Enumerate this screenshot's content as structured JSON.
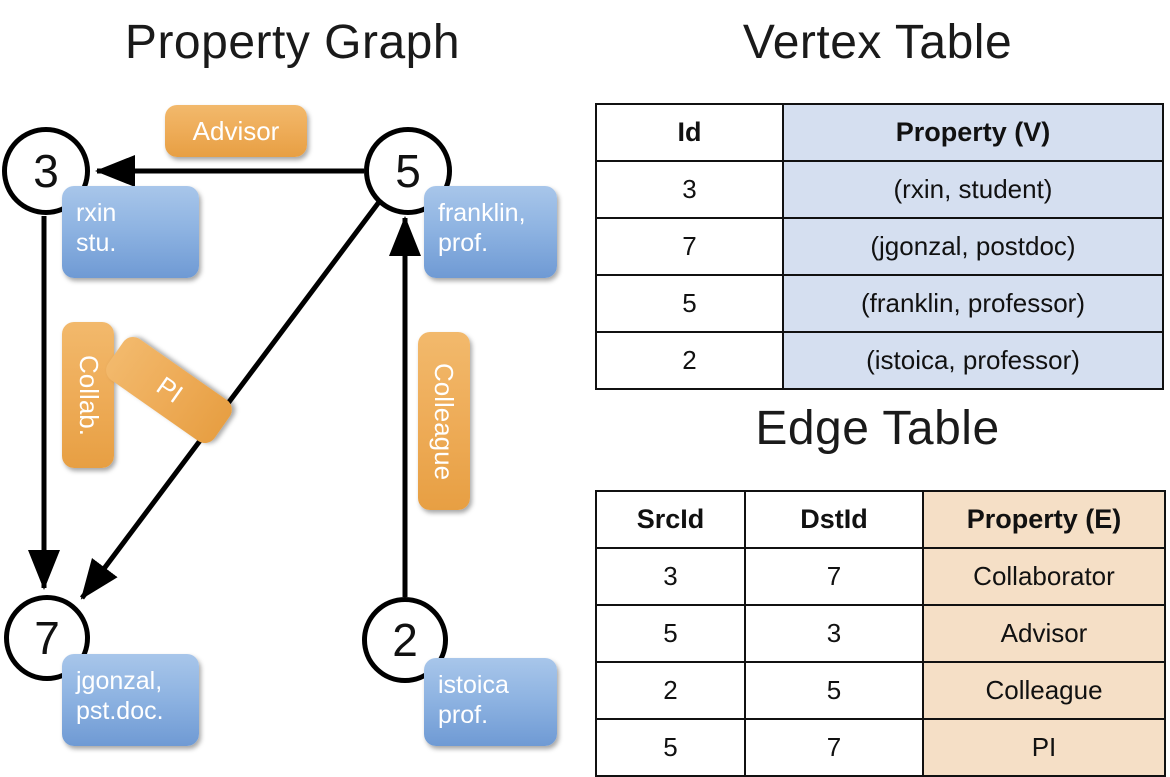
{
  "graph": {
    "title": "Property Graph",
    "nodes": [
      {
        "id": "3",
        "property": "rxin\nstu."
      },
      {
        "id": "5",
        "property": "franklin,\nprof."
      },
      {
        "id": "7",
        "property": "jgonzal,\npst.doc."
      },
      {
        "id": "2",
        "property": "istoica\nprof."
      }
    ],
    "node_labels": {
      "n3": "3",
      "n5": "5",
      "n7": "7",
      "n2": "2"
    },
    "property_boxes": {
      "rxin_line1": "rxin",
      "rxin_line2": "stu.",
      "franklin_line1": "franklin,",
      "franklin_line2": "prof.",
      "jgonzal_line1": "jgonzal,",
      "jgonzal_line2": "pst.doc.",
      "istoica_line1": "istoica",
      "istoica_line2": "prof."
    },
    "edge_labels": {
      "advisor": "Advisor",
      "collab": "Collab.",
      "pi": "PI",
      "colleague": "Colleague"
    },
    "colors": {
      "node_stroke": "#000000",
      "vertex_box": "#8fb4e2",
      "edge_box": "#eeac58",
      "edge_line": "#000000"
    }
  },
  "vertex_table": {
    "title": "Vertex Table",
    "headers": [
      "Id",
      "Property (V)"
    ],
    "header_fill": "#d5dff0",
    "rows": [
      {
        "id": "3",
        "property": "(rxin, student)"
      },
      {
        "id": "7",
        "property": "(jgonzal, postdoc)"
      },
      {
        "id": "5",
        "property": "(franklin, professor)"
      },
      {
        "id": "2",
        "property": "(istoica, professor)"
      }
    ]
  },
  "edge_table": {
    "title": "Edge Table",
    "headers": [
      "SrcId",
      "DstId",
      "Property (E)"
    ],
    "header_fill": "#f5dfc6",
    "rows": [
      {
        "src": "3",
        "dst": "7",
        "property": "Collaborator"
      },
      {
        "src": "5",
        "dst": "3",
        "property": "Advisor"
      },
      {
        "src": "2",
        "dst": "5",
        "property": "Colleague"
      },
      {
        "src": "5",
        "dst": "7",
        "property": "PI"
      }
    ]
  }
}
